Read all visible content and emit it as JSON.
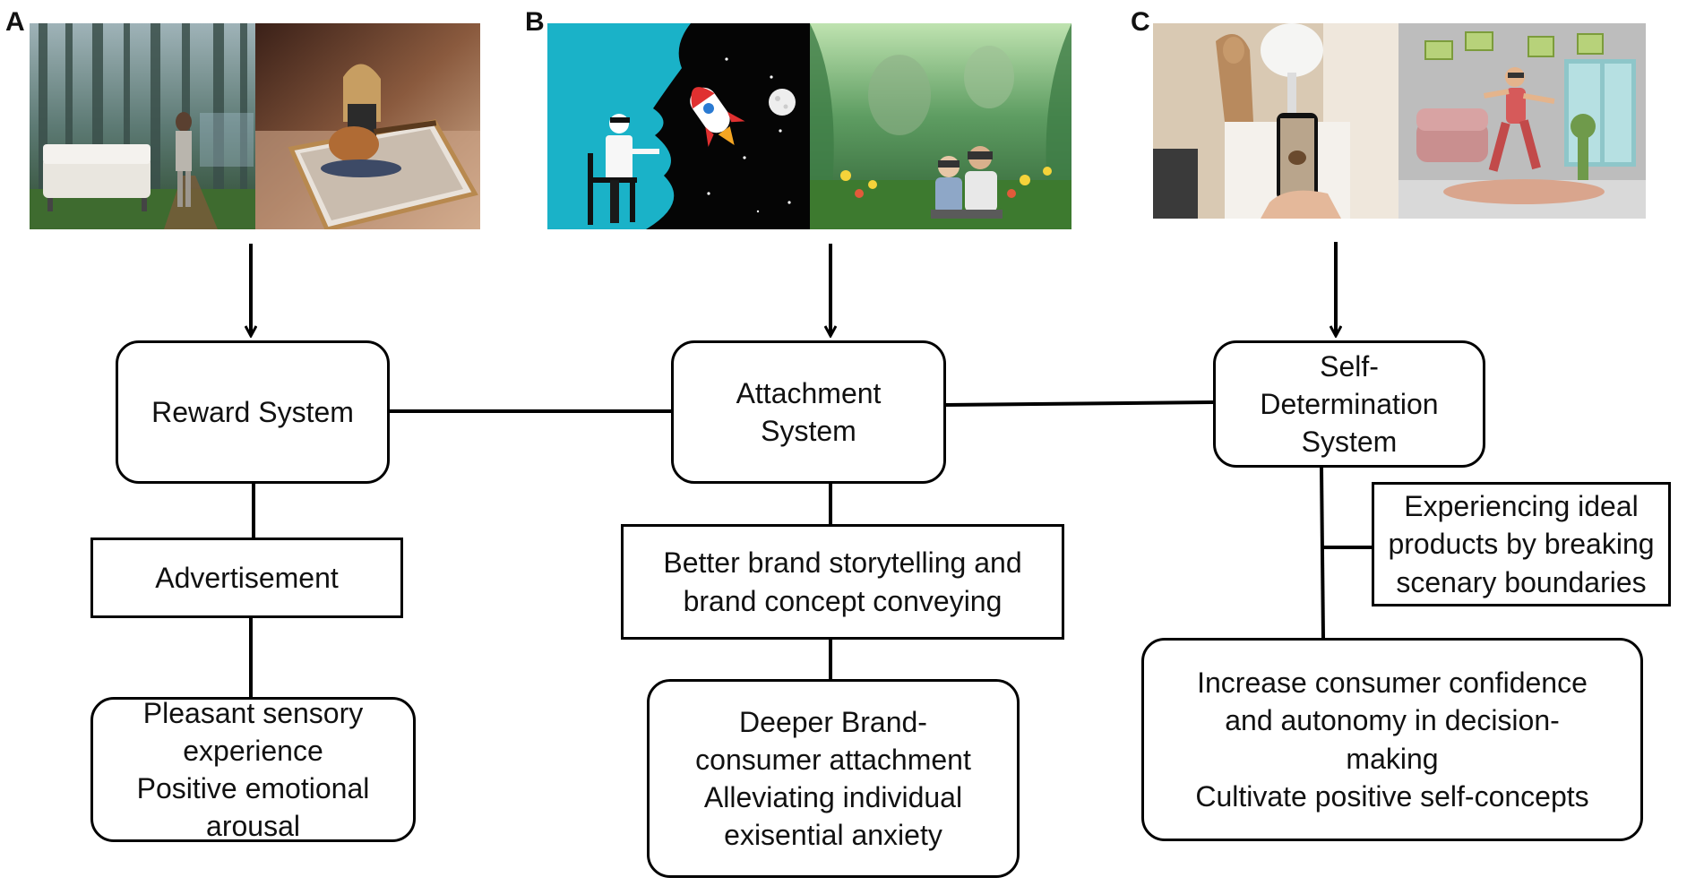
{
  "panels": {
    "a": {
      "letter": "A"
    },
    "b": {
      "letter": "B"
    },
    "c": {
      "letter": "C"
    }
  },
  "nodes": {
    "reward_system": "Reward System",
    "attachment_system": "Attachment\nSystem",
    "self_determination_system": "Self-\nDetermination\nSystem",
    "advertisement": "Advertisement",
    "brand_storytelling": "Better brand storytelling and\nbrand concept conveying",
    "experiencing_ideal": "Experiencing ideal\nproducts by breaking\nscenary boundaries",
    "pleasant_sensory": "Pleasant sensory\nexperience\nPositive emotional\narousal",
    "deeper_attachment": "Deeper Brand-\nconsumer attachment\nAlleviating individual\nexisential anxiety",
    "consumer_confidence": "Increase consumer confidence\nand autonomy in decision-\nmaking\nCultivate positive self-concepts"
  },
  "colors": {
    "line": "#000000",
    "forest_dark": "#2d4a3a",
    "sky_cyan": "#1ab2c8",
    "night": "#050505",
    "jungle": "#4f8f54",
    "room_beige": "#d9c9b3",
    "gray_wall": "#bdbdbd"
  },
  "icons": {
    "photo_a1": "vr-forest-bedroom-photo",
    "photo_a2": "smartphone-guitarist-photo",
    "photo_b1": "imagination-rocket-illustration",
    "photo_b2": "vr-couple-jungle-photo",
    "photo_c1": "ar-smartphone-sculpture-photo",
    "photo_c2": "vr-fitness-illustration"
  }
}
